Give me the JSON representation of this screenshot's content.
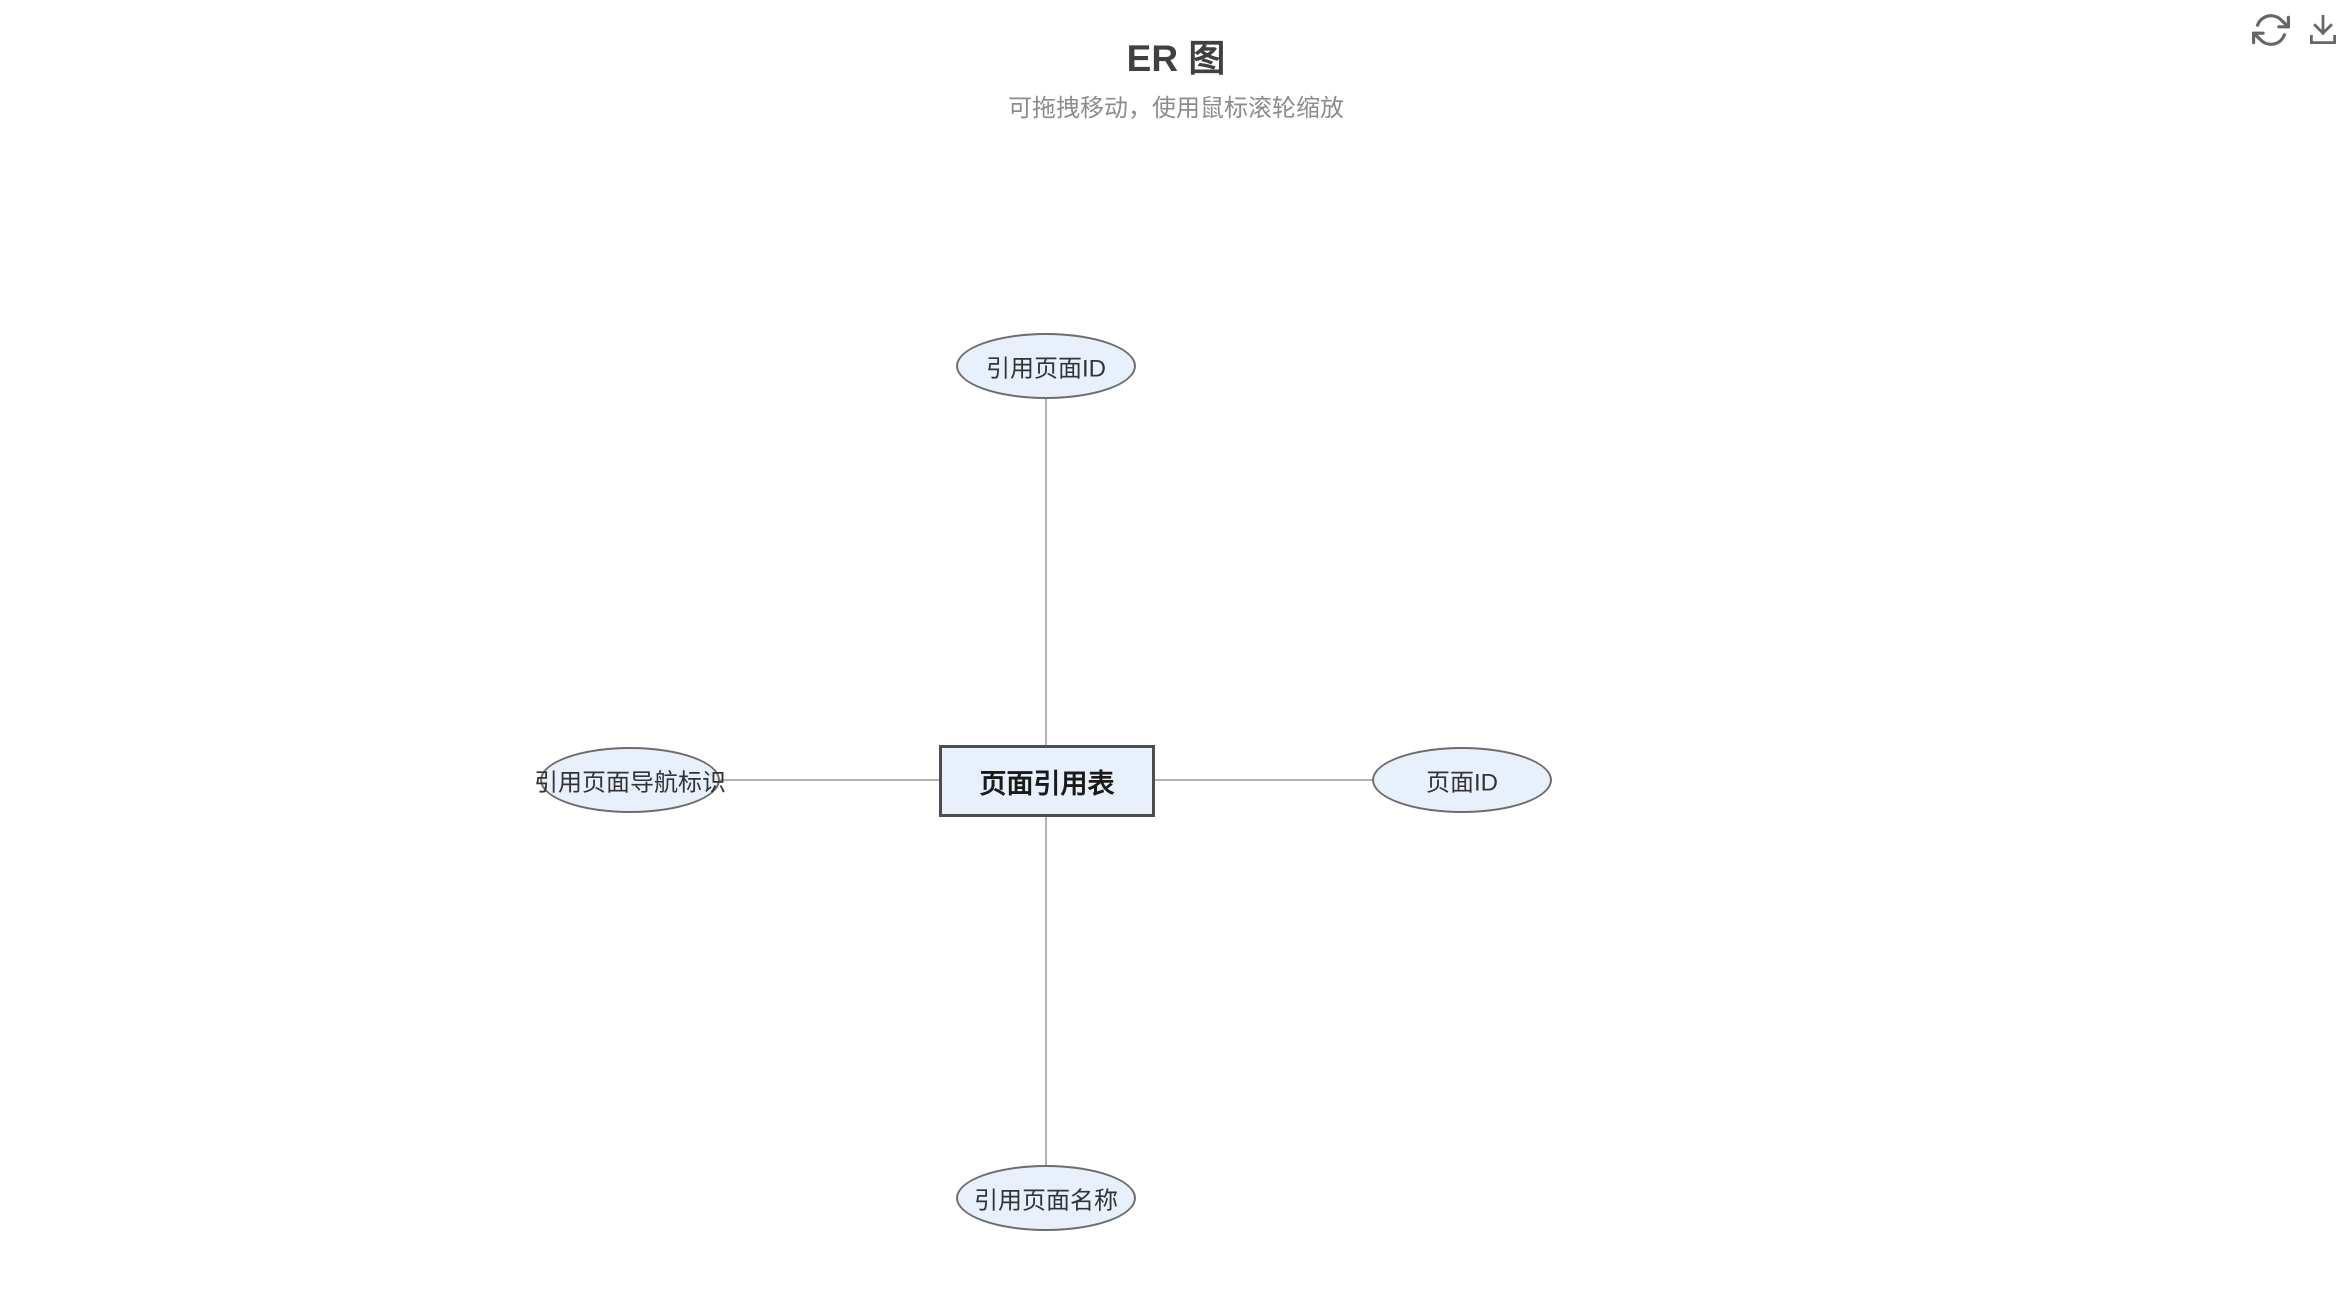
{
  "header": {
    "title": "ER 图",
    "subtitle": "可拖拽移动，使用鼠标滚轮缩放"
  },
  "toolbar": {
    "refresh_icon": "refresh-icon",
    "download_icon": "download-icon"
  },
  "diagram": {
    "entity": {
      "label": "页面引用表"
    },
    "attributes": [
      {
        "position": "top",
        "label": "引用页面ID"
      },
      {
        "position": "left",
        "label": "引用页面导航标识"
      },
      {
        "position": "right",
        "label": "页面ID"
      },
      {
        "position": "bottom",
        "label": "引用页面名称"
      }
    ],
    "colors": {
      "node_fill": "#e8f1fb",
      "attribute_border": "#6d6d6d",
      "entity_border": "#4d4d4d",
      "edge": "#b1b1b1",
      "title_text": "#404040",
      "subtitle_text": "#8c8c8c",
      "icon": "#666666",
      "label_text": "#333333"
    }
  }
}
